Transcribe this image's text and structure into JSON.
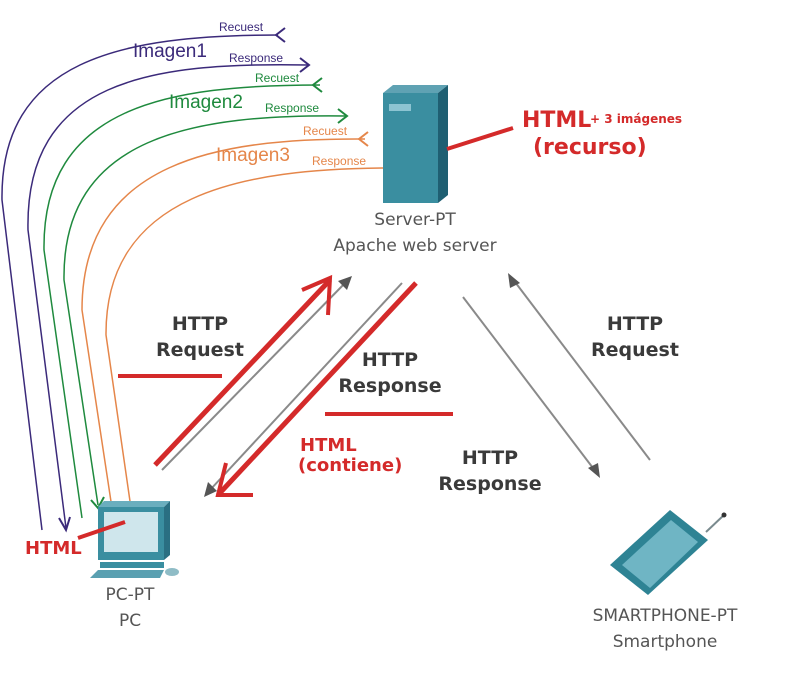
{
  "colors": {
    "imagen1": "#3b2a7a",
    "imagen2": "#1f8a3e",
    "imagen3": "#e5864a",
    "annotation_red": "#d42a2a",
    "link_gray": "#8a8a8a",
    "device_teal": "#3a8ea0"
  },
  "flows": [
    {
      "name": "Imagen1",
      "request_label": "Recuest",
      "response_label": "Response"
    },
    {
      "name": "Imagen2",
      "request_label": "Recuest",
      "response_label": "Response"
    },
    {
      "name": "Imagen3",
      "request_label": "Recuest",
      "response_label": "Response"
    }
  ],
  "devices": {
    "server": {
      "model": "Server-PT",
      "name": "Apache web server"
    },
    "pc": {
      "model": "PC-PT",
      "name": "PC"
    },
    "smartphone": {
      "model": "SMARTPHONE-PT",
      "name": "Smartphone"
    }
  },
  "links": {
    "pc_request": {
      "line1": "HTTP",
      "line2": "Request"
    },
    "pc_response": {
      "line1": "HTTP",
      "line2": "Response"
    },
    "phone_request": {
      "line1": "HTTP",
      "line2": "Request"
    },
    "phone_response": {
      "line1": "HTTP",
      "line2": "Response"
    }
  },
  "annotations": {
    "server_html": "HTML",
    "server_extra": "+ 3 imágenes",
    "server_resource": "(recurso)",
    "response_html": "HTML",
    "response_contains": "(contiene)",
    "pc_html": "HTML"
  }
}
